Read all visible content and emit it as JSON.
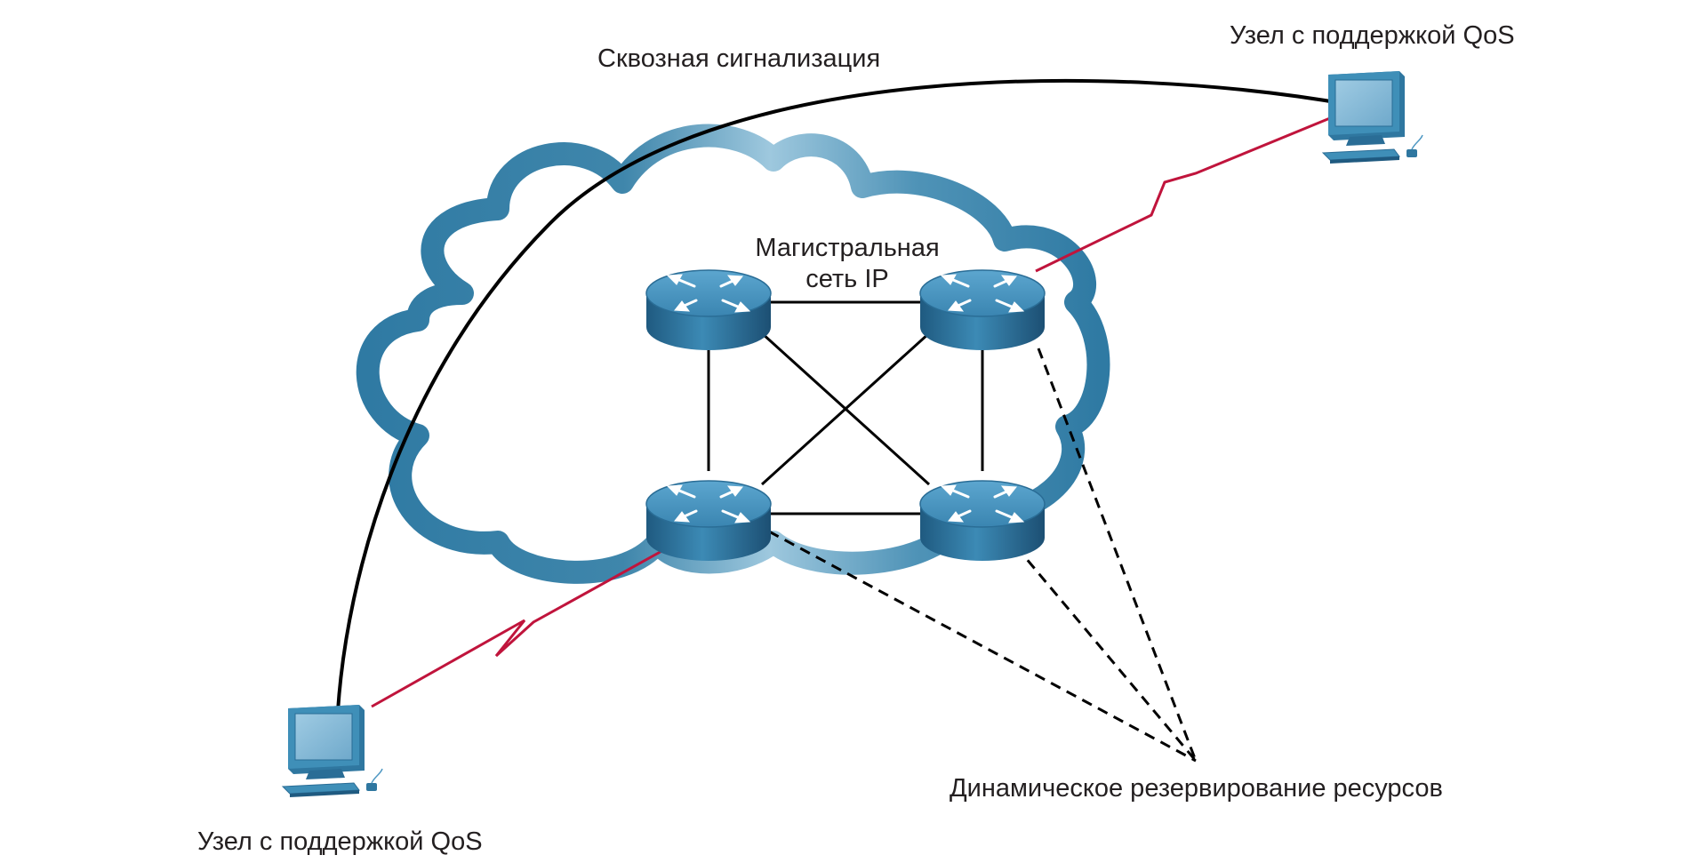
{
  "labels": {
    "end_to_end_signaling": "Сквозная сигнализация",
    "qos_host_top": "Узел с поддержкой QoS",
    "qos_host_bottom": "Узел с поддержкой QoS",
    "backbone_line1": "Магистральная",
    "backbone_line2": "сеть IP",
    "dynamic_reservation": "Динамическое резервирование ресурсов"
  },
  "colors": {
    "cloud_outline": "#3f86ab",
    "cloud_highlight": "#b9d8e8",
    "router_body": "#2a6d96",
    "router_top": "#4d97c2",
    "host_body": "#3f8fb8",
    "signaling_line": "#000000",
    "serial_link": "#c0143c",
    "reservation_line": "#000000",
    "label_text": "#231f20"
  },
  "nodes": {
    "routers": [
      {
        "id": "router-top-left",
        "icon": "router-icon"
      },
      {
        "id": "router-top-right",
        "icon": "router-icon"
      },
      {
        "id": "router-bottom-left",
        "icon": "router-icon"
      },
      {
        "id": "router-bottom-right",
        "icon": "router-icon"
      }
    ],
    "hosts": [
      {
        "id": "host-top-right",
        "icon": "workstation-icon"
      },
      {
        "id": "host-bottom-left",
        "icon": "workstation-icon"
      }
    ]
  }
}
